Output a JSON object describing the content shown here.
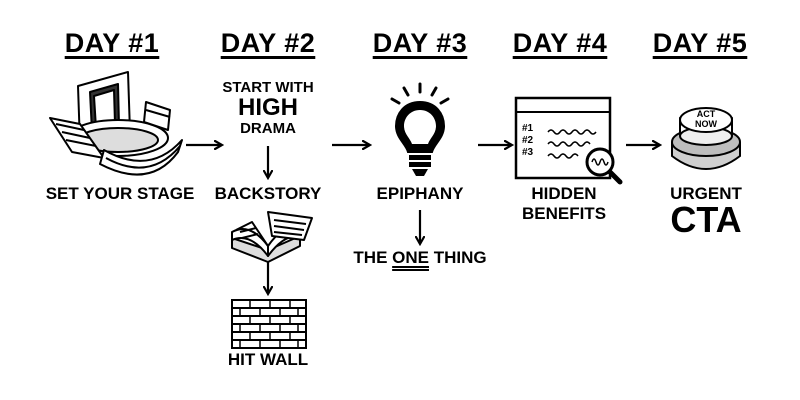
{
  "days": [
    {
      "label": "DAY #1",
      "step": "SET YOUR STAGE"
    },
    {
      "label": "DAY #2",
      "step": "BACKSTORY"
    },
    {
      "label": "DAY #3",
      "step": "EPIPHANY"
    },
    {
      "label": "DAY #4",
      "step": "HIDDEN BENEFITS"
    },
    {
      "label": "DAY #5",
      "step": "URGENT CTA"
    }
  ],
  "day2": {
    "header_line1": "START WITH",
    "header_line2": "HIGH",
    "header_line3": "DRAMA",
    "sub_step": "HIT WALL"
  },
  "day3": {
    "sub_step_prefix": "THE ",
    "sub_step_emphasis": "ONE",
    "sub_step_suffix": " THING"
  },
  "day4": {
    "list_items": [
      "#1",
      "#2",
      "#3"
    ]
  },
  "day5": {
    "button_line1": "ACT",
    "button_line2": "NOW",
    "label_line1": "URGENT",
    "label_line2": "CTA"
  }
}
